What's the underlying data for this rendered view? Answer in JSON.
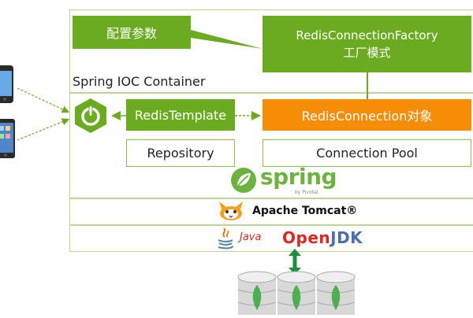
{
  "config_params": "配置参数",
  "factory": {
    "line1": "RedisConnectionFactory",
    "line2": "工厂模式"
  },
  "container_title": "Spring IOC Container",
  "redis_template": "RedisTemplate",
  "redis_connection": "RedisConnection对象",
  "repository": "Repository",
  "connection_pool": "Connection Pool",
  "spring_logo": {
    "word": "spring",
    "sub": "by Pivotal."
  },
  "tomcat_label": "Apache Tomcat®",
  "java_label": "Java",
  "openjdk_open": "Open",
  "openjdk_jdk": "JDK",
  "colors": {
    "green": "#6aab1f",
    "orange": "#f78c06",
    "border": "#b9d98f",
    "openjdk_red": "#e0261f",
    "openjdk_blue": "#4a6fb3"
  },
  "icons": [
    "phone-icon",
    "tablet-icon",
    "power-icon",
    "spring-leaf-icon",
    "tomcat-icon",
    "java-icon",
    "mongodb-icon"
  ]
}
